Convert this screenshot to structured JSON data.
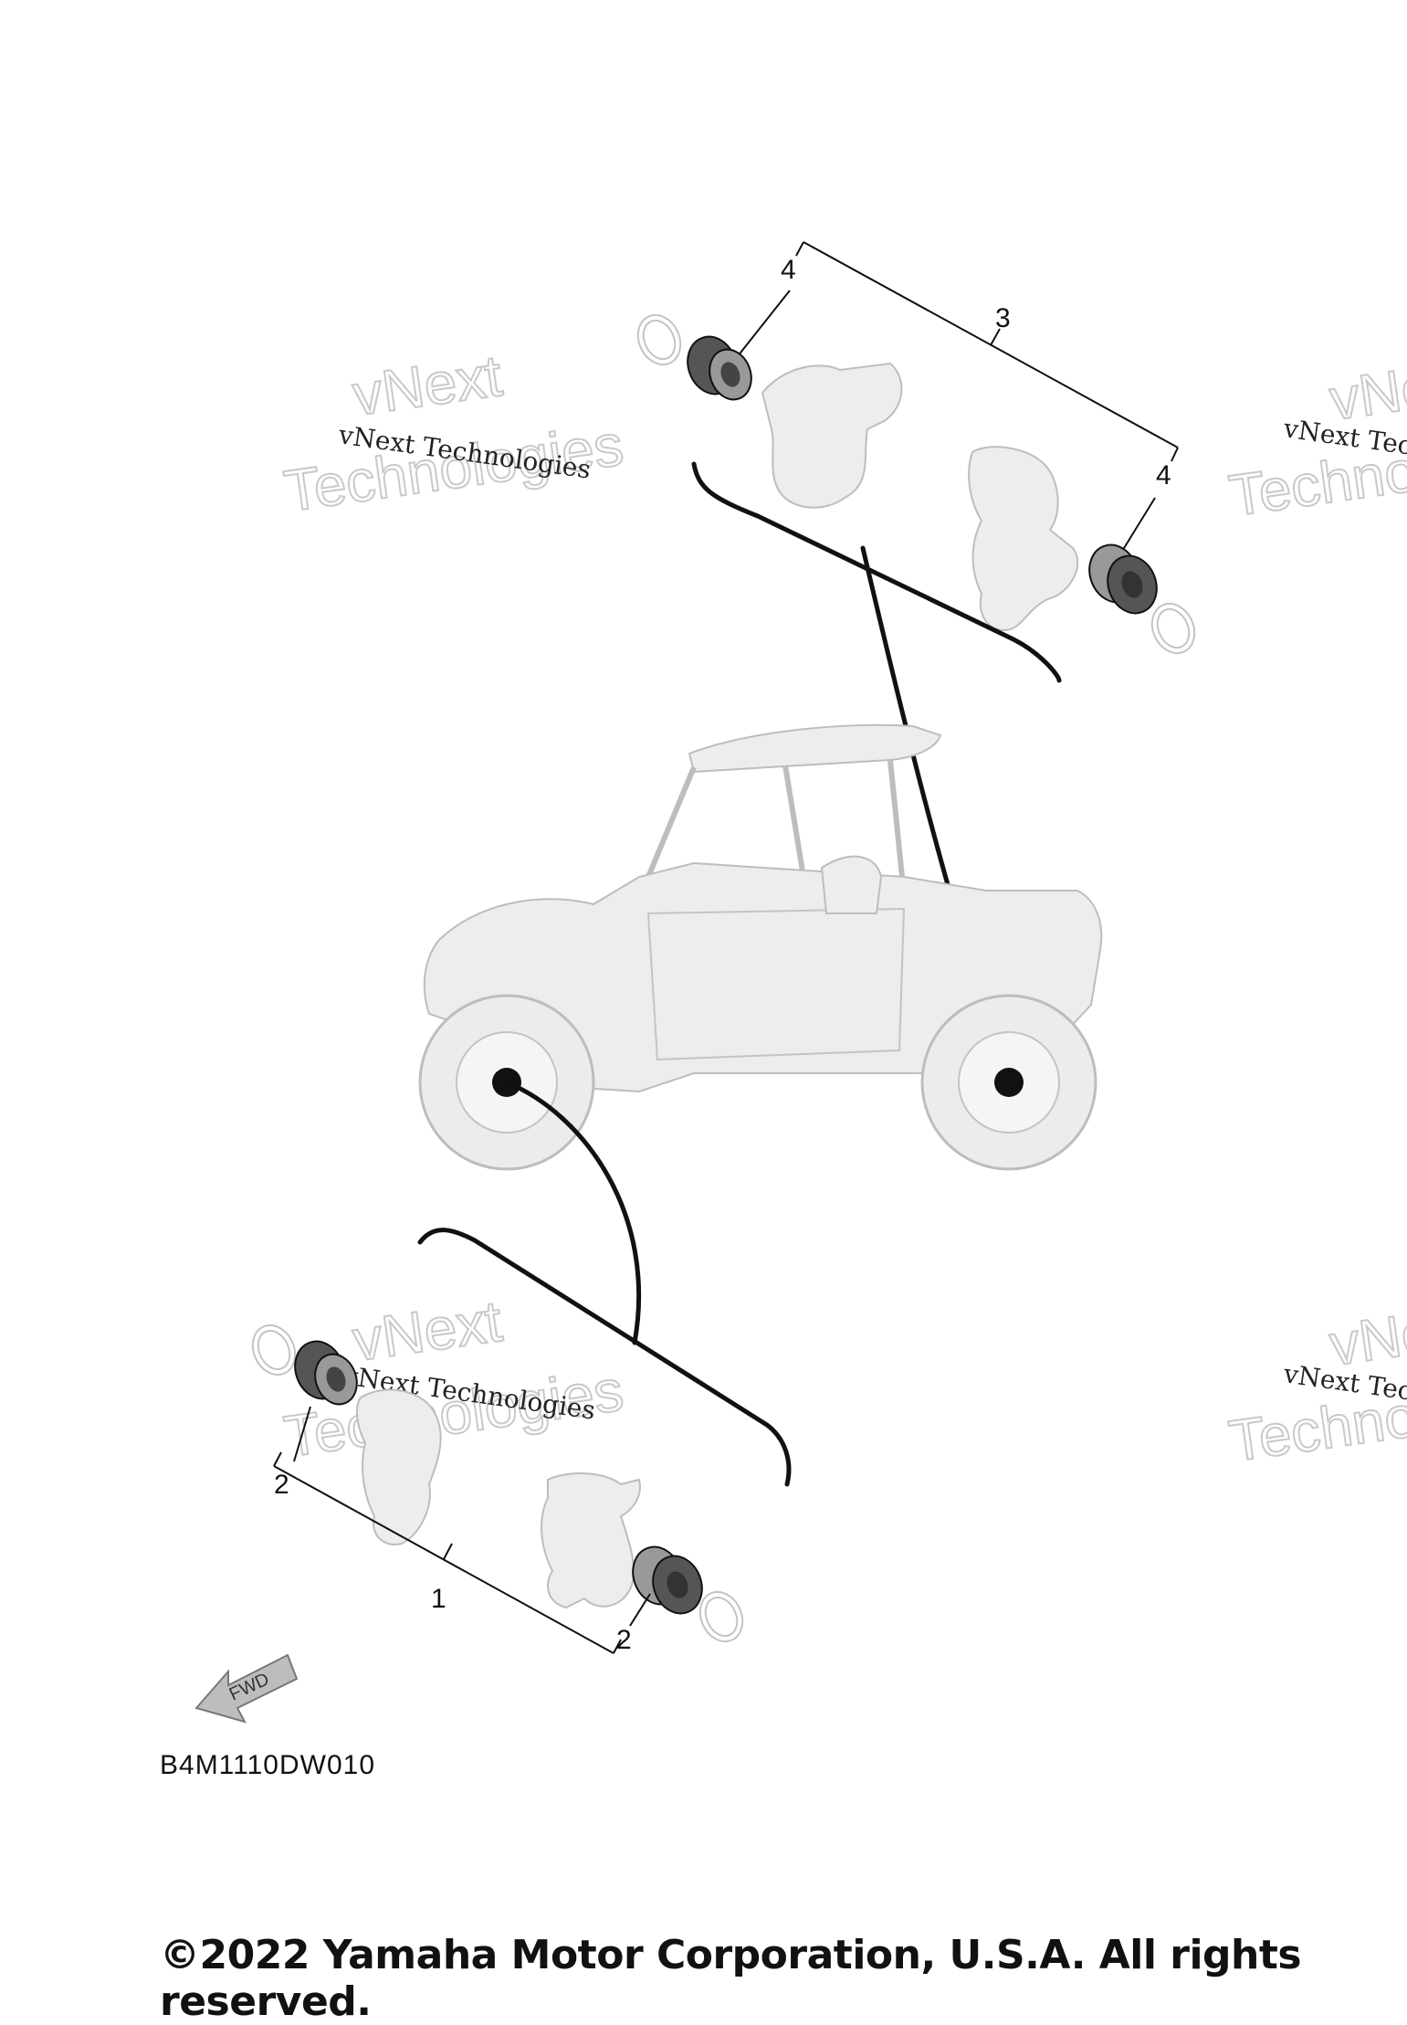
{
  "callouts": {
    "part1": "1",
    "part2_top": "2",
    "part2_bottom": "2",
    "part3": "3",
    "part4_top": "4",
    "part4_right": "4"
  },
  "watermark": {
    "line": "vNext Technologies",
    "big_top": "vNext",
    "big_bottom": "Technologies"
  },
  "fwd_label": "FWD",
  "diagram_code": "B4M1110DW010",
  "copyright": "©2022 Yamaha Motor Corporation, U.S.A. All rights reserved."
}
